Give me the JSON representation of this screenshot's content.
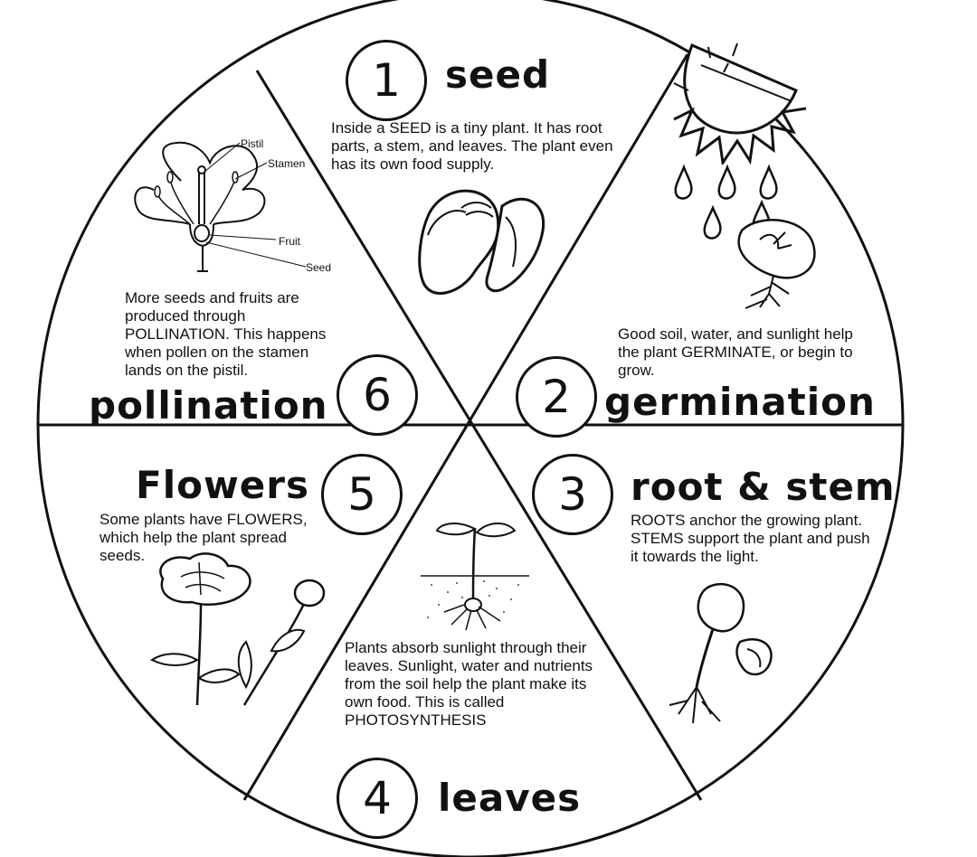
{
  "stages": {
    "seed": {
      "number": "1",
      "title": "seed",
      "text": "Inside a SEED is a tiny plant. It has root parts, a stem, and leaves. The plant even has its own food supply."
    },
    "germination": {
      "number": "2",
      "title": "germination",
      "text": "Good soil, water, and sunlight help the plant GERMINATE, or begin to grow."
    },
    "root_stem": {
      "number": "3",
      "title": "root & stem",
      "text": "ROOTS anchor the growing plant. STEMS support the plant and push it towards the light."
    },
    "leaves": {
      "number": "4",
      "title": "leaves",
      "text": "Plants absorb sunlight through their leaves. Sunlight, water and nutrients from the soil help the plant make its own food. This is called PHOTOSYNTHESIS"
    },
    "flowers": {
      "number": "5",
      "title": "Flowers",
      "text": "Some plants have FLOWERS, which help the plant spread seeds."
    },
    "pollination": {
      "number": "6",
      "title": "pollination",
      "text": "More seeds and fruits are produced through POLLINATION. This happens when pollen on the stamen lands on the pistil."
    }
  },
  "flower_diagram_labels": {
    "pistil": "Pistil",
    "stamen": "Stamen",
    "fruit": "Fruit",
    "seed": "Seed"
  },
  "icons": [
    "sun-icon",
    "raindrop-icon",
    "bean-seed-icon",
    "sprouting-seed-icon",
    "seedling-icon",
    "poppy-flower-icon",
    "flower-cross-section-icon",
    "germinating-bean-icon"
  ]
}
